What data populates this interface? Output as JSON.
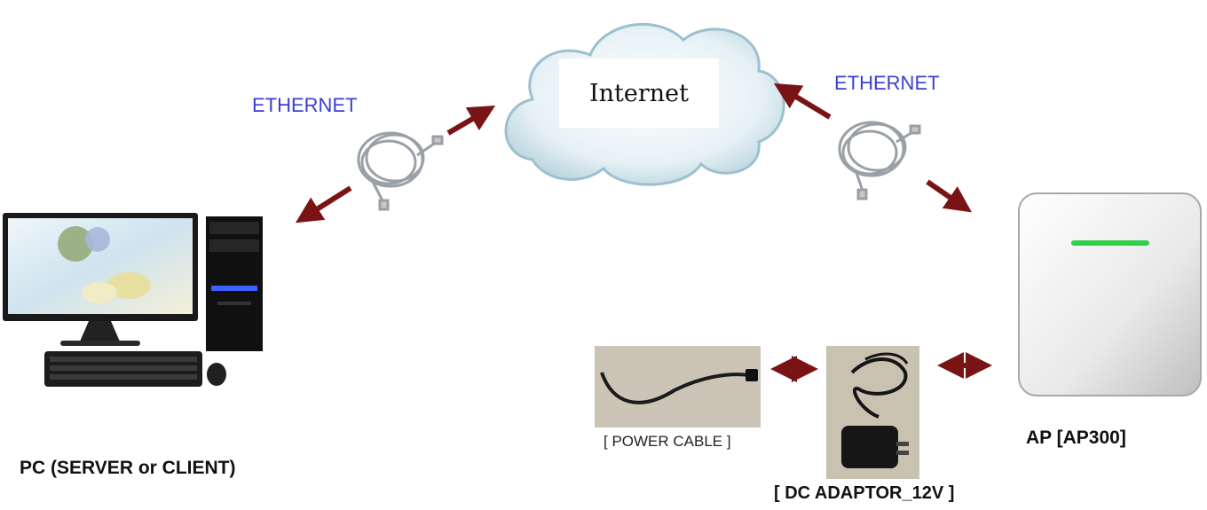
{
  "cloud": {
    "label": "Internet"
  },
  "links": {
    "left_label": "ETHERNET",
    "right_label": "ETHERNET"
  },
  "pc": {
    "caption": "PC (SERVER or CLIENT)"
  },
  "ap": {
    "caption": "AP [AP300]"
  },
  "power_cable": {
    "caption": "[ POWER CABLE ]"
  },
  "dc_adaptor": {
    "caption": "[ DC ADAPTOR_12V ]"
  },
  "colors": {
    "ethernet_text": "#3a3fd0",
    "arrow": "#7a1414",
    "ap_led": "#2fd04a",
    "cloud": "#cfe3ea"
  },
  "icons": [
    "cloud-icon",
    "ethernet-cable-icon",
    "desktop-pc-icon",
    "access-point-icon",
    "power-cable-icon",
    "dc-adaptor-icon"
  ]
}
